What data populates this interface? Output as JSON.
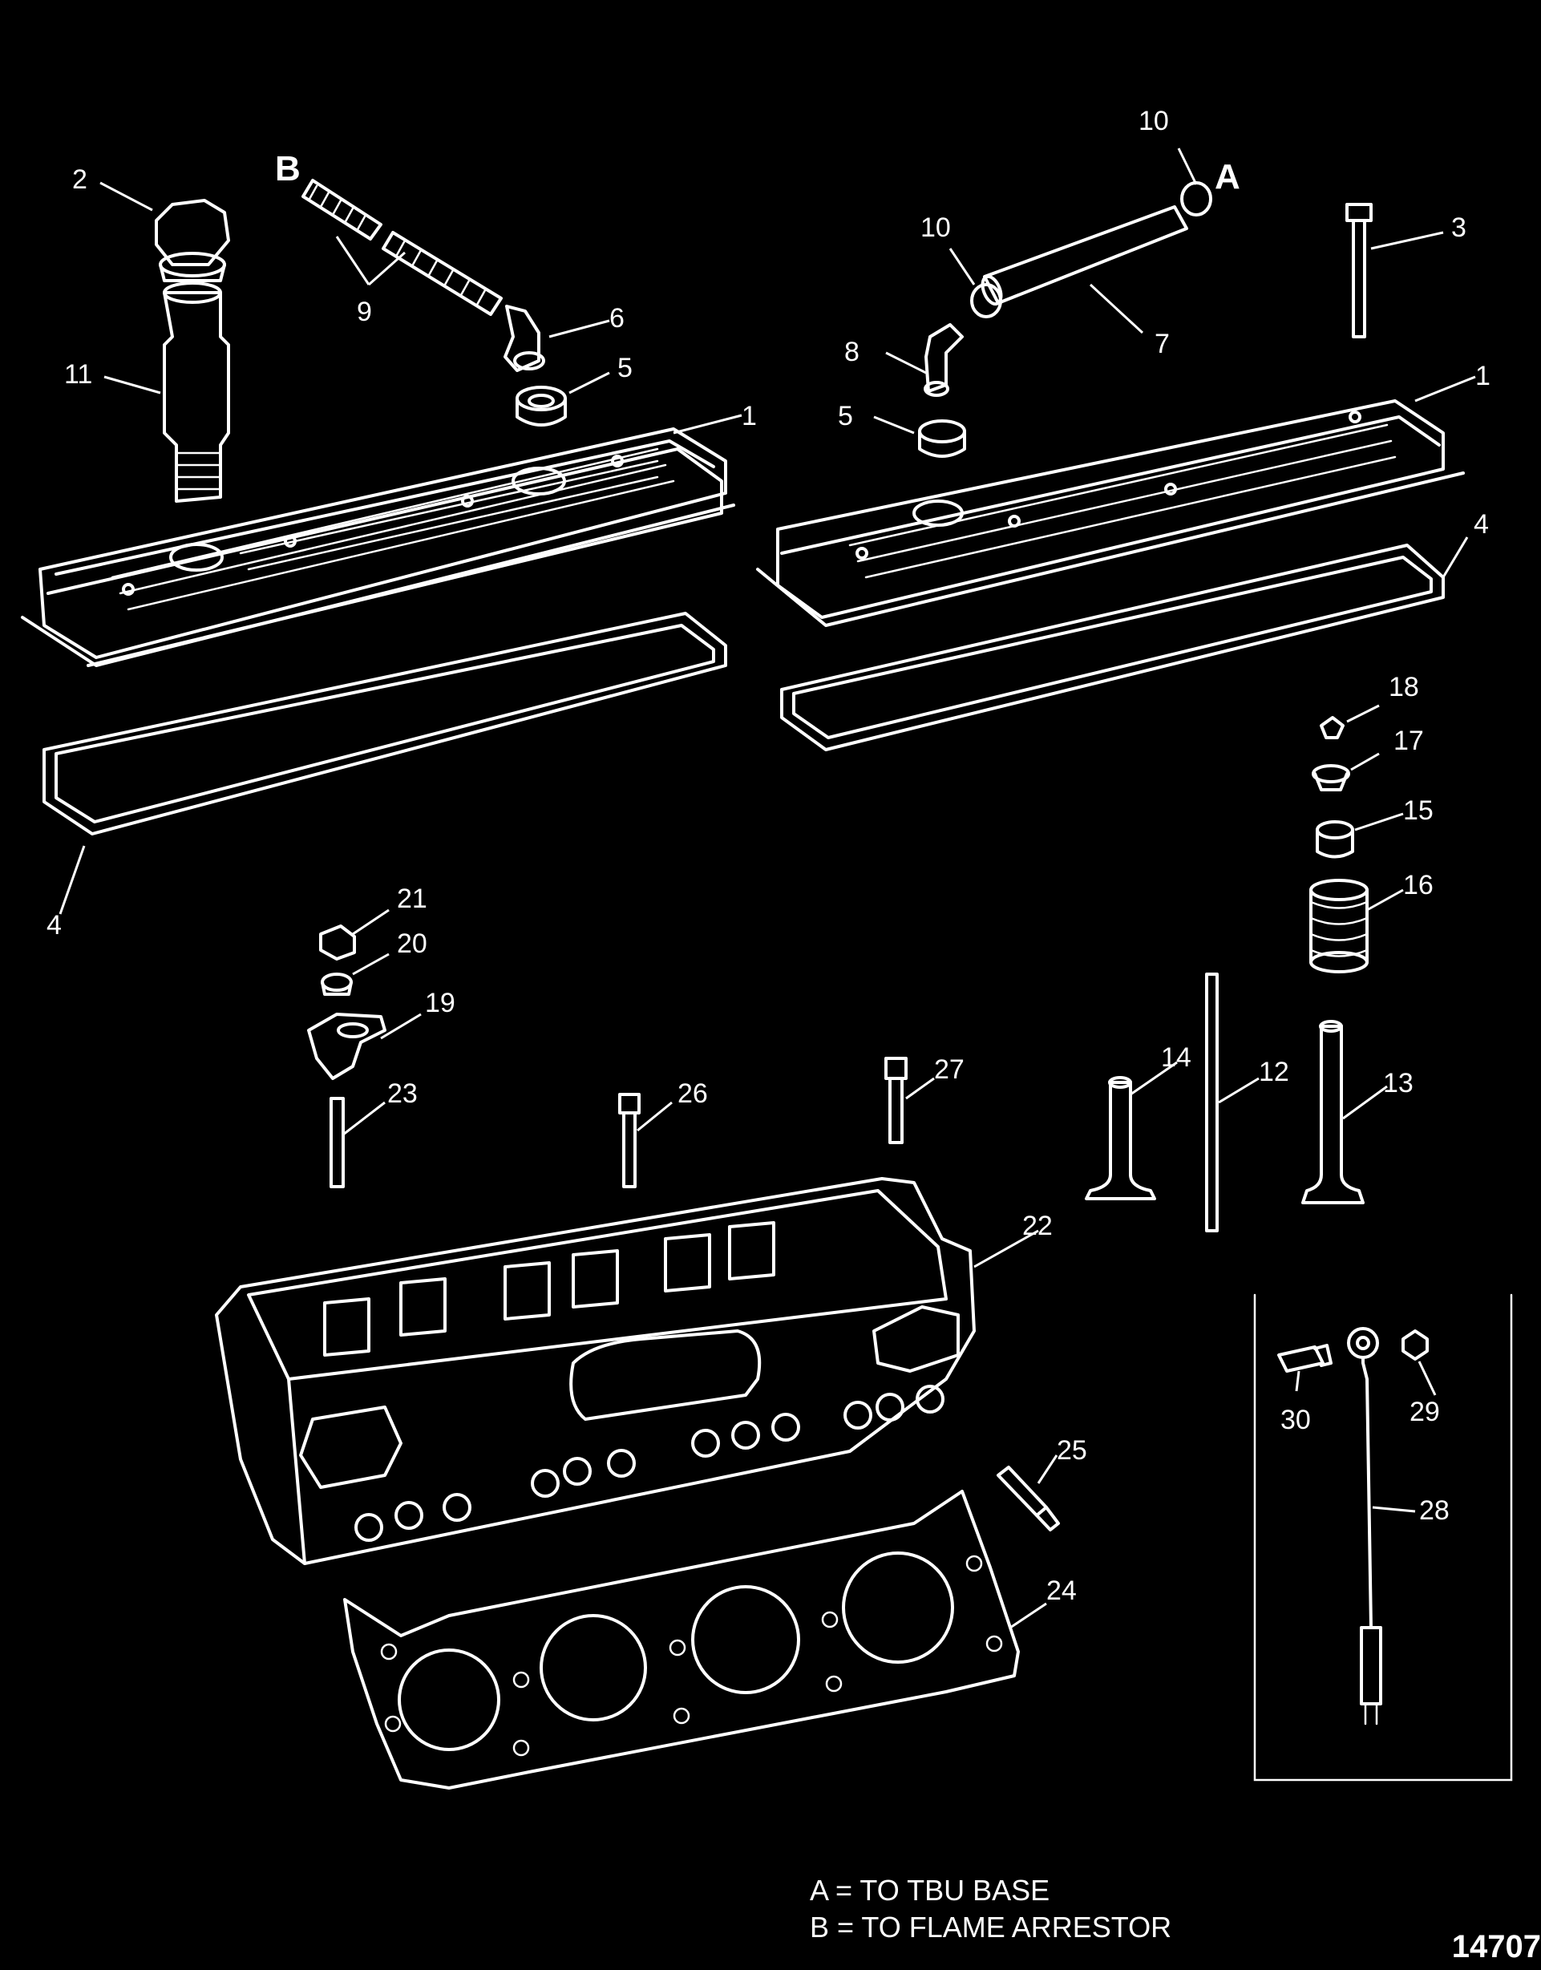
{
  "callouts": {
    "c1a": "1",
    "c1b": "1",
    "c2": "2",
    "c3": "3",
    "c4a": "4",
    "c4b": "4",
    "c5a": "5",
    "c5b": "5",
    "c6": "6",
    "c7": "7",
    "c8": "8",
    "c9": "9",
    "c10a": "10",
    "c10b": "10",
    "c11": "11",
    "c12": "12",
    "c13": "13",
    "c14": "14",
    "c15": "15",
    "c16": "16",
    "c17": "17",
    "c18": "18",
    "c19": "19",
    "c20": "20",
    "c21": "21",
    "c22": "22",
    "c23": "23",
    "c24": "24",
    "c25": "25",
    "c26": "26",
    "c27": "27",
    "c28": "28",
    "c29": "29",
    "c30": "30"
  },
  "letters": {
    "a": "A",
    "b": "B"
  },
  "legend": {
    "line_a": "A = TO TBU BASE",
    "line_b": "B = TO FLAME ARRESTOR"
  },
  "doc_number": "14707"
}
